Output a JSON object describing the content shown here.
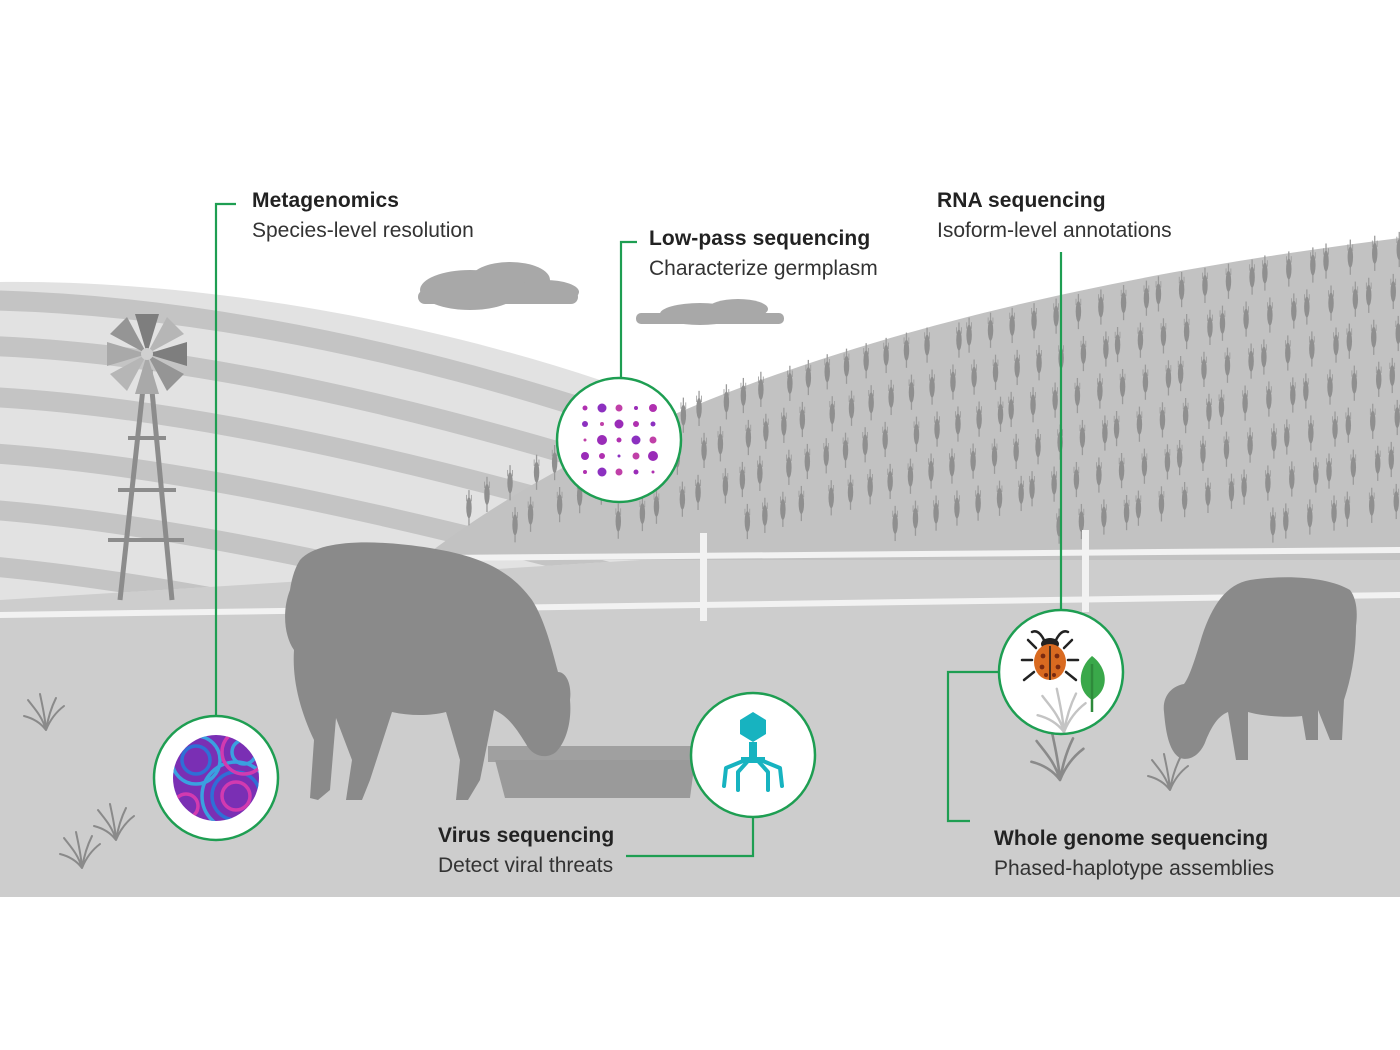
{
  "colors": {
    "accent_green": "#1e9e52",
    "sky": "#ffffff",
    "ground": "#cdcdcd",
    "hill_light": "#dcdcdc",
    "hill_crop": "#bdbdbd",
    "silhouette": "#8a8a8a",
    "metagenomics_purple": "#7a2fb4",
    "metagenomics_blue": "#2f6fd6",
    "lowpass_magenta": "#b030b0",
    "virus_teal": "#17b3c0",
    "bug_orange": "#d96a20",
    "leaf_green": "#3aa84a"
  },
  "callouts": [
    {
      "id": "metagenomics",
      "title": "Metagenomics",
      "subtitle": "Species-level resolution",
      "icon": "microbiome-sphere-icon"
    },
    {
      "id": "low-pass",
      "title": "Low-pass sequencing",
      "subtitle": "Characterize germplasm",
      "icon": "dot-matrix-icon"
    },
    {
      "id": "rna",
      "title": "RNA sequencing",
      "subtitle": "Isoform-level annotations",
      "icon": ""
    },
    {
      "id": "virus",
      "title": "Virus sequencing",
      "subtitle": "Detect viral threats",
      "icon": "bacteriophage-icon"
    },
    {
      "id": "wgs",
      "title": "Whole genome sequencing",
      "subtitle": "Phased-haplotype assemblies",
      "icon": "bug-leaf-icon"
    }
  ]
}
